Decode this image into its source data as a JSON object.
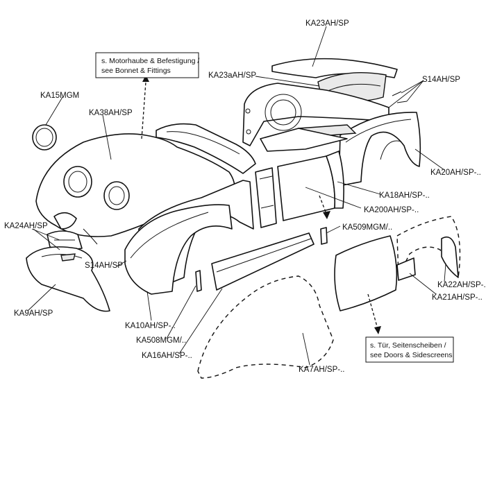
{
  "notes": {
    "bonnet": {
      "line1": "s. Motorhaube & Befestigung /",
      "line2": "see Bonnet & Fittings"
    },
    "doors": {
      "line1": "s. Tür, Seitenscheiben /",
      "line2": "see Doors & Sidescreens"
    }
  },
  "labels": {
    "ka23ah": "KA23AH/SP",
    "ka23aah": "KA23aAH/SP",
    "s14ah_top": "S14AH/SP",
    "ka15mgm": "KA15MGM",
    "ka38ah": "KA38AH/SP",
    "ka20ah": "KA20AH/SP-..",
    "ka18ah": "KA18AH/SP-..",
    "ka200ah": "KA200AH/SP-..",
    "ka509mgm": "KA509MGM/..",
    "ka24ah": "KA24AH/SP",
    "s14ah_side": "S14AH/SP",
    "ka22ah": "KA22AH/SP-..",
    "ka21ah": "KA21AH/SP-..",
    "ka9ah": "KA9AH/SP",
    "ka10ah": "KA10AH/SP-..",
    "ka508mgm": "KA508MGM/..",
    "ka16ah": "KA16AH/SP-..",
    "ka7ah": "KA7AH/SP-.."
  }
}
